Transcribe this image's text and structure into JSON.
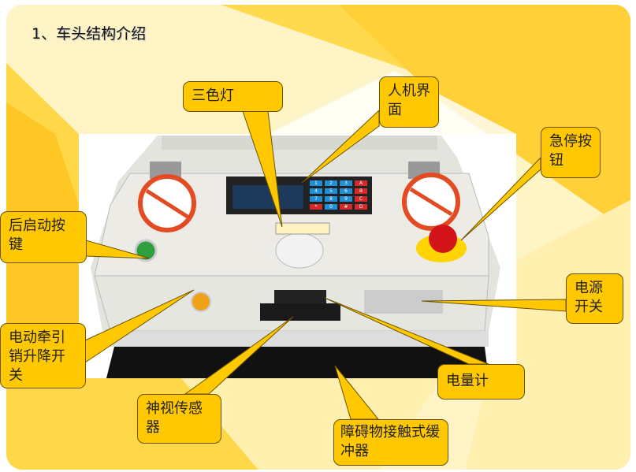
{
  "title": "1、车头结构介绍",
  "callouts": {
    "tricolor_light": "三色灯",
    "hmi": "人机界面",
    "emergency_stop": "急停按钮",
    "rear_start": "后启动按键",
    "power_switch": "电源开关",
    "tow_pin_switch": "电动牵引销升降开关",
    "battery_meter": "电量计",
    "sensor": "神视传感器",
    "bumper": "障碍物接触式缓冲器"
  },
  "keypad": [
    "1",
    "2",
    "3",
    "A",
    "4",
    "5",
    "6",
    "B",
    "7",
    "8",
    "9",
    "C",
    "*",
    "0",
    "#",
    "D"
  ],
  "colors": {
    "callout": "#ffc800",
    "panel": "#fff3c4",
    "stripe": "#ffd84a"
  }
}
